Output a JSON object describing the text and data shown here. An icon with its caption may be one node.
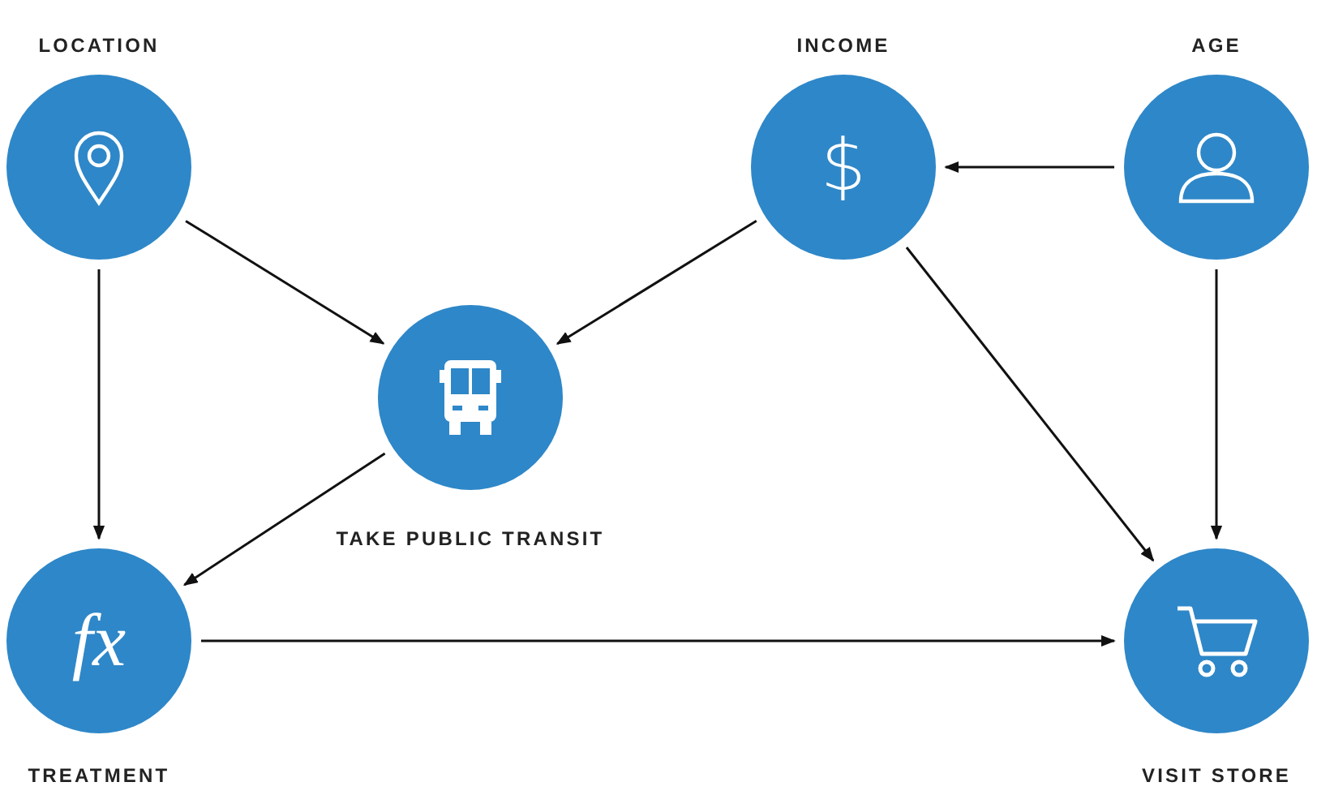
{
  "diagram": {
    "nodes": [
      {
        "text": [
          "LOCATION"
        ]
      },
      {
        "text": [
          "INCOME",
          "$"
        ]
      },
      {
        "text": [
          "AGE"
        ]
      },
      {
        "text": [
          "TAKE PUBLIC TRANSIT"
        ]
      },
      {
        "text": [
          "fx",
          "TREATMENT"
        ]
      },
      {
        "text": [
          "VISIT STORE"
        ]
      }
    ],
    "edges": [
      {
        "from": 0,
        "to": 3,
        "arrow": "to"
      },
      {
        "from": 1,
        "to": 3,
        "arrow": "to"
      },
      {
        "from": 2,
        "to": 1,
        "arrow": "to"
      },
      {
        "from": 0,
        "to": 4,
        "arrow": "to"
      },
      {
        "from": 1,
        "to": 5,
        "arrow": "to"
      },
      {
        "from": 2,
        "to": 5,
        "arrow": "to"
      },
      {
        "from": 3,
        "to": 4,
        "arrow": "to"
      },
      {
        "from": 4,
        "to": 5,
        "arrow": "to"
      }
    ]
  }
}
